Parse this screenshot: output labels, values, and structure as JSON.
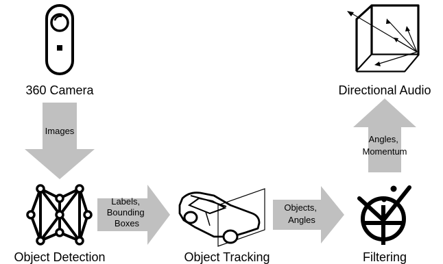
{
  "nodes": {
    "camera": "360 Camera",
    "detection": "Object Detection",
    "tracking": "Object Tracking",
    "filtering": "Filtering",
    "audio": "Directional Audio"
  },
  "edges": {
    "camera_to_detection": [
      "Images"
    ],
    "detection_to_tracking": [
      "Labels,",
      "Bounding",
      "Boxes"
    ],
    "tracking_to_filtering": [
      "Objects,",
      "Angles"
    ],
    "filtering_to_audio": [
      "Angles,",
      "Momentum"
    ]
  },
  "colors": {
    "arrow": "#c0c0c0",
    "ink": "#000000",
    "background": "#ffffff"
  },
  "icons": {
    "camera": "360-camera-icon",
    "detection": "neural-network-icon",
    "tracking": "car-tracking-icon",
    "filtering": "filter-target-icon",
    "audio": "room-audio-reflection-icon"
  }
}
